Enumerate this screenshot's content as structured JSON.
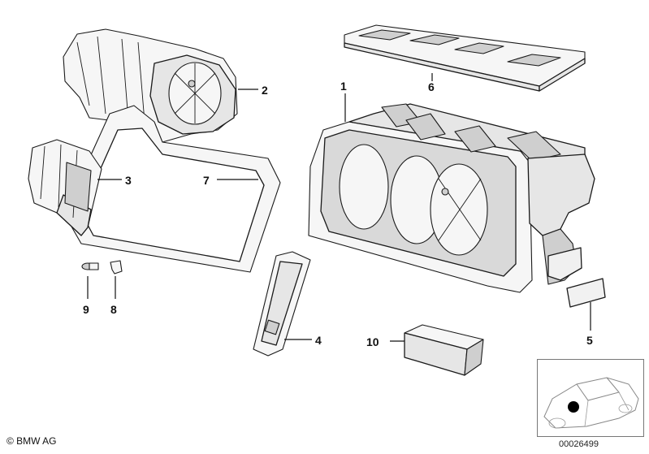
{
  "callouts": {
    "c1": "1",
    "c2": "2",
    "c3": "3",
    "c4": "4",
    "c5": "5",
    "c6": "6",
    "c7": "7",
    "c8": "8",
    "c9": "9",
    "c10": "10"
  },
  "footer": {
    "copyright": "© BMW AG",
    "document_number": "00026499"
  }
}
